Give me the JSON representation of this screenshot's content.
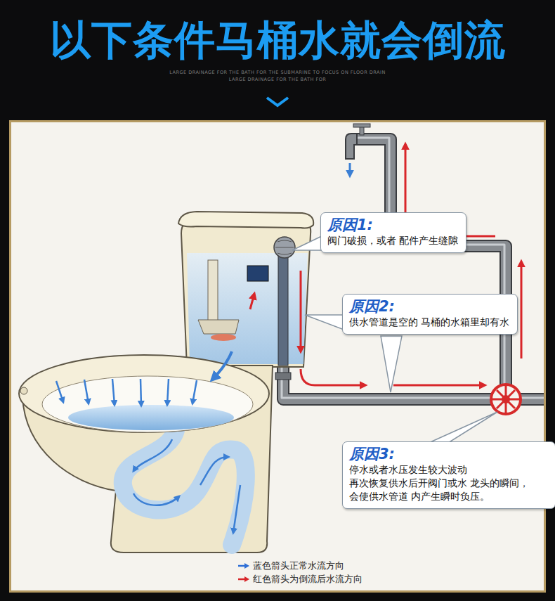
{
  "diagram": {
    "title": "以下条件马桶水就会倒流",
    "nodes": [
      {
        "text": [
          "原因1:",
          "阀门破损，或者 配件产生缝隙"
        ]
      },
      {
        "text": [
          "原因2:",
          "供水管道是空的 马桶的水箱里却有水"
        ]
      },
      {
        "text": [
          "原因3:",
          "停水或者水压发生较大波动 再次恢复供水后开阀门或水 龙头的瞬间，会使供水管道 内产生瞬时负压。"
        ]
      }
    ],
    "labels": [
      "LARGE DRAINAGE FOR THE BATH FOR THE SUBMARINE TO FOCUS ON FLOOR DRAIN",
      "LARGE DRAINAGE FOR THE BATH FOR"
    ],
    "legend": [
      {
        "text": "蓝色箭头正常水流方向",
        "color": "#2f6fd6"
      },
      {
        "text": "红色箭头为倒流后水流方向",
        "color": "#d8262a"
      }
    ]
  }
}
